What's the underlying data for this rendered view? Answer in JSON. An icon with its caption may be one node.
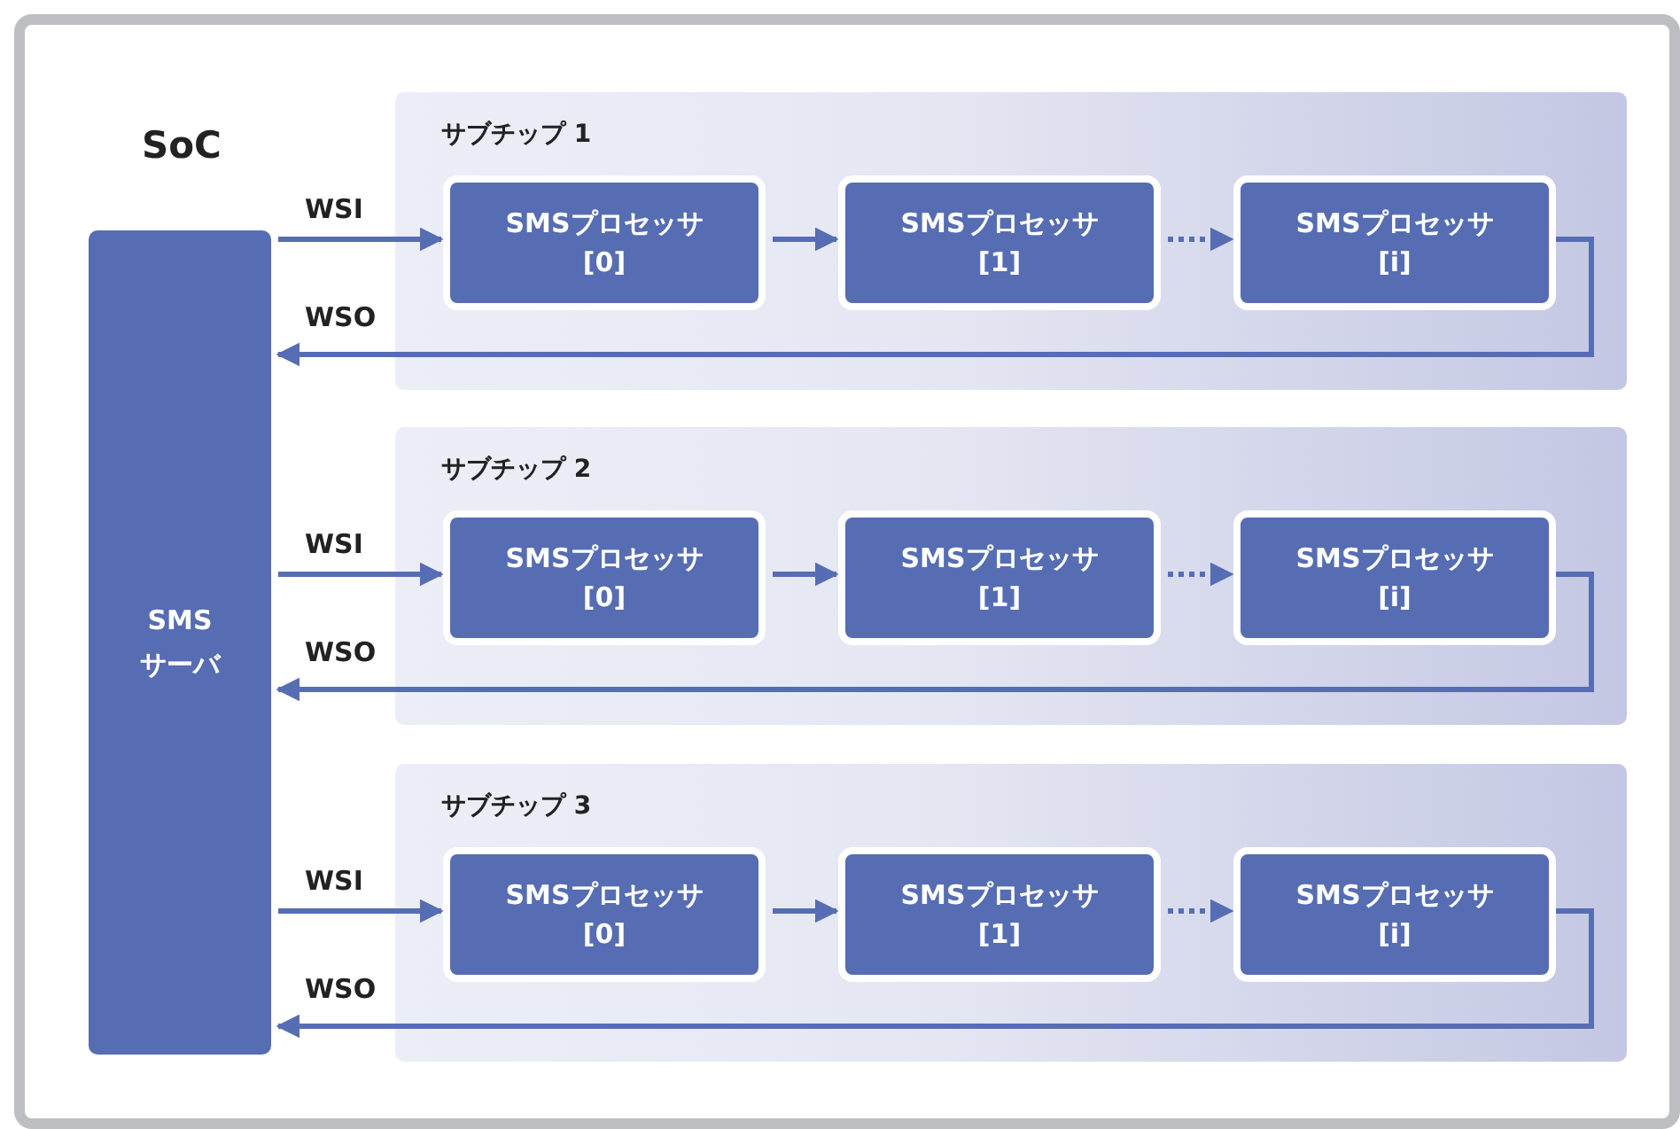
{
  "diagram": {
    "nodes": [
      {
        "text": [
          "SoC"
        ]
      },
      {
        "text": [
          "SMS サーバ"
        ],
        "in": 0
      },
      {
        "text": [
          "サブチップ 1"
        ],
        "in": 0
      },
      {
        "text": [
          "SMSプロセッサ [0]"
        ],
        "in": 2
      },
      {
        "text": [
          "SMSプロセッサ [1]"
        ],
        "in": 2
      },
      {
        "text": [
          "SMSプロセッサ [i]"
        ],
        "in": 2
      },
      {
        "text": [
          "サブチップ 2"
        ],
        "in": 0
      },
      {
        "text": [
          "SMSプロセッサ [0]"
        ],
        "in": 6
      },
      {
        "text": [
          "SMSプロセッサ [1]"
        ],
        "in": 6
      },
      {
        "text": [
          "SMSプロセッサ [i]"
        ],
        "in": 6
      },
      {
        "text": [
          "サブチップ 3"
        ],
        "in": 0
      },
      {
        "text": [
          "SMSプロセッサ [0]"
        ],
        "in": 10
      },
      {
        "text": [
          "SMSプロセッサ [1]"
        ],
        "in": 10
      },
      {
        "text": [
          "SMSプロセッサ [i]"
        ],
        "in": 10
      }
    ],
    "edges": [
      {
        "from": 1,
        "to": 3,
        "arrow": "to",
        "label": "WSI"
      },
      {
        "from": 3,
        "to": 4,
        "arrow": "to"
      },
      {
        "from": 4,
        "to": 5,
        "arrow": "to",
        "style": "dashed"
      },
      {
        "from": 5,
        "to": 1,
        "arrow": "to",
        "label": "WSO"
      },
      {
        "from": 1,
        "to": 7,
        "arrow": "to",
        "label": "WSI"
      },
      {
        "from": 7,
        "to": 8,
        "arrow": "to"
      },
      {
        "from": 8,
        "to": 9,
        "arrow": "to",
        "style": "dashed"
      },
      {
        "from": 9,
        "to": 1,
        "arrow": "to",
        "label": "WSO"
      },
      {
        "from": 1,
        "to": 11,
        "arrow": "to",
        "label": "WSI"
      },
      {
        "from": 11,
        "to": 12,
        "arrow": "to"
      },
      {
        "from": 12,
        "to": 13,
        "arrow": "to",
        "style": "dashed"
      },
      {
        "from": 13,
        "to": 1,
        "arrow": "to",
        "label": "WSO"
      }
    ]
  }
}
